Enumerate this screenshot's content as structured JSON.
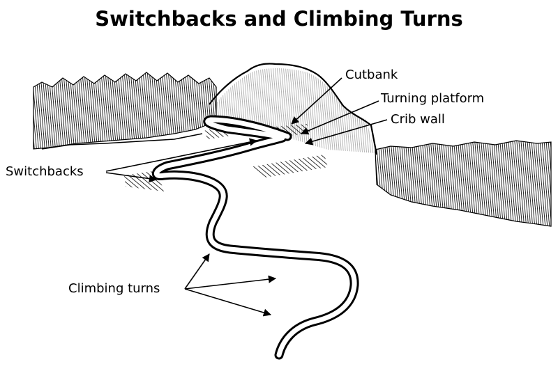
{
  "title": "Switchbacks and Climbing Turns",
  "labels": {
    "cutbank": "Cutbank",
    "turning_platform": "Turning platform",
    "crib_wall": "Crib wall",
    "switchbacks": "Switchbacks",
    "climbing_turns": "Climbing turns"
  }
}
